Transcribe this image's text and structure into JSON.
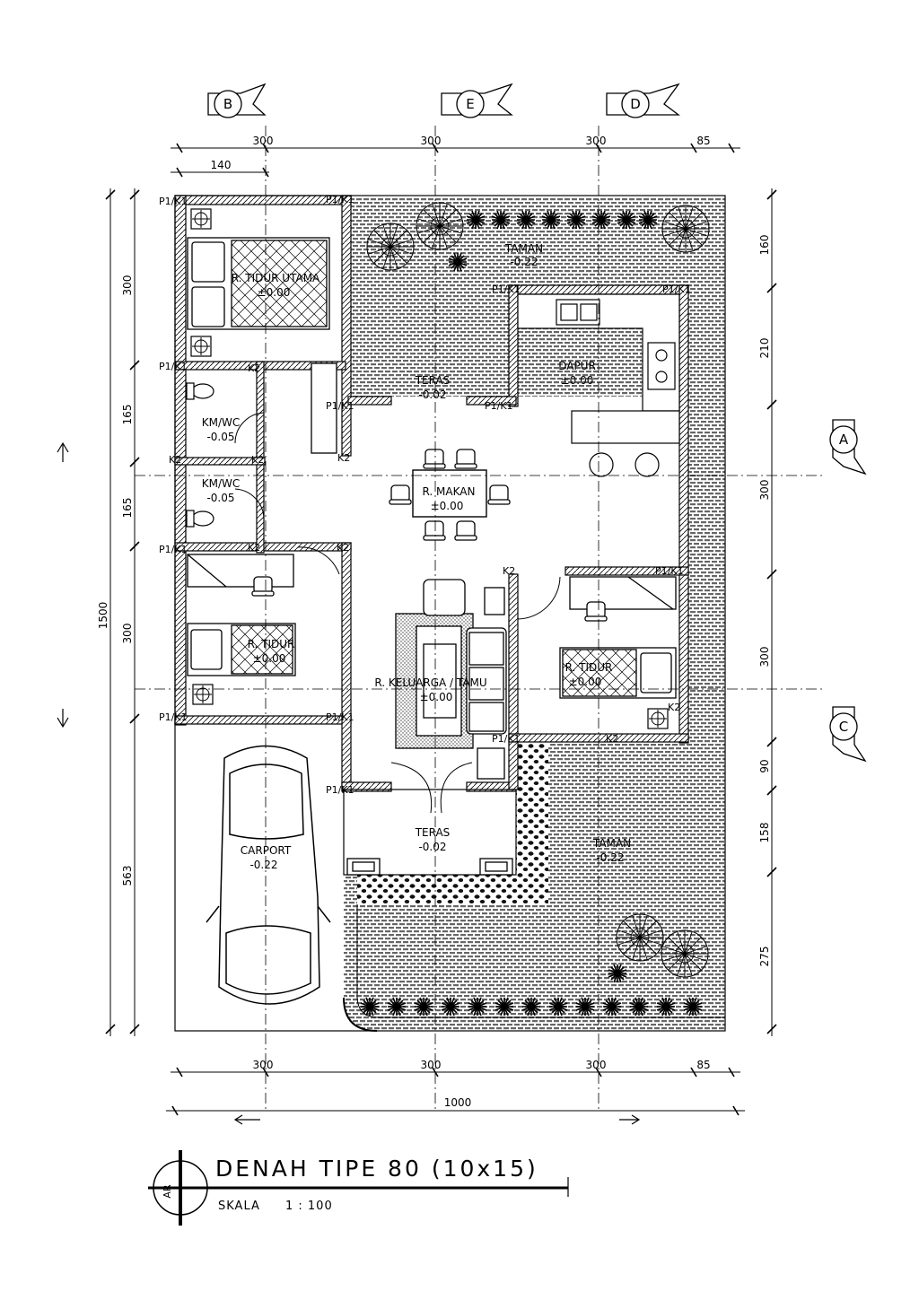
{
  "title": "DENAH TIPE 80 (10x15)",
  "scale_label": "SKALA",
  "scale_value": "1 : 100",
  "section_mark": "AR",
  "grid_markers": {
    "b": "B",
    "e": "E",
    "d": "D",
    "a": "A",
    "c": "C"
  },
  "dims": {
    "top": [
      "300",
      "300",
      "300",
      "85"
    ],
    "top_sub": "140",
    "bottom": [
      "300",
      "300",
      "300",
      "85"
    ],
    "bottom_total": "1000",
    "left_total": "1500",
    "left": [
      "300",
      "165",
      "165",
      "300",
      "563"
    ],
    "right": [
      "160",
      "210",
      "300",
      "300",
      "90",
      "158",
      "275"
    ]
  },
  "rooms": {
    "tidur_utama": {
      "name": "R. TIDUR UTAMA",
      "level": "±0.00"
    },
    "kmwc1": {
      "name": "KM/WC",
      "level": "-0.05"
    },
    "kmwc2": {
      "name": "KM/WC",
      "level": "-0.05"
    },
    "tidur1": {
      "name": "R. TIDUR",
      "level": "±0.00"
    },
    "tidur2": {
      "name": "R. TIDUR",
      "level": "±0.00"
    },
    "dapur": {
      "name": "DAPUR",
      "level": "±0.00"
    },
    "makan": {
      "name": "R. MAKAN",
      "level": "±0.00"
    },
    "keluarga": {
      "name": "R. KELUARGA / TAMU",
      "level": "±0.00"
    },
    "teras_back": {
      "name": "TERAS",
      "level": "-0.02"
    },
    "teras_front": {
      "name": "TERAS",
      "level": "-0.02"
    },
    "carport": {
      "name": "CARPORT",
      "level": "-0.22"
    },
    "taman_top": {
      "name": "TAMAN",
      "level": "-0.22"
    },
    "taman_right": {
      "name": "TAMAN",
      "level": "-0.22"
    }
  },
  "tags": {
    "p1k1": "P1/K1",
    "p1": "P1",
    "k2": "K2",
    "k1": "K1"
  }
}
